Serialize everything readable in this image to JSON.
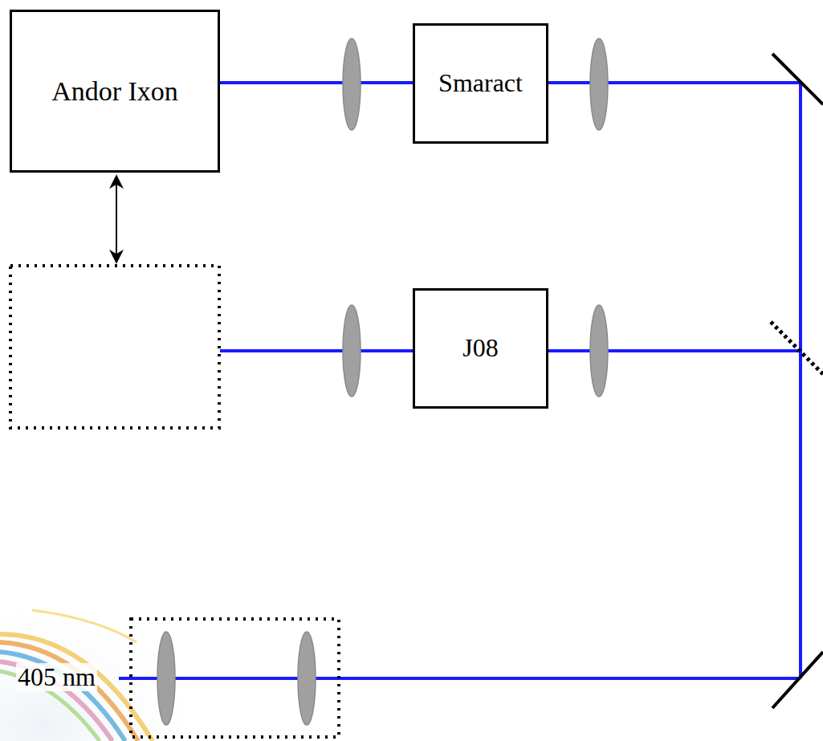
{
  "diagram": {
    "nodes": [
      {
        "text": [
          "Andor Ixon"
        ]
      },
      {
        "text": [
          "Smaract"
        ]
      },
      {
        "text": [
          "J08"
        ]
      }
    ],
    "edges": [
      {
        "from": 0,
        "to": 1,
        "arrow": "none"
      }
    ],
    "labels": [
      "405 nm"
    ]
  }
}
